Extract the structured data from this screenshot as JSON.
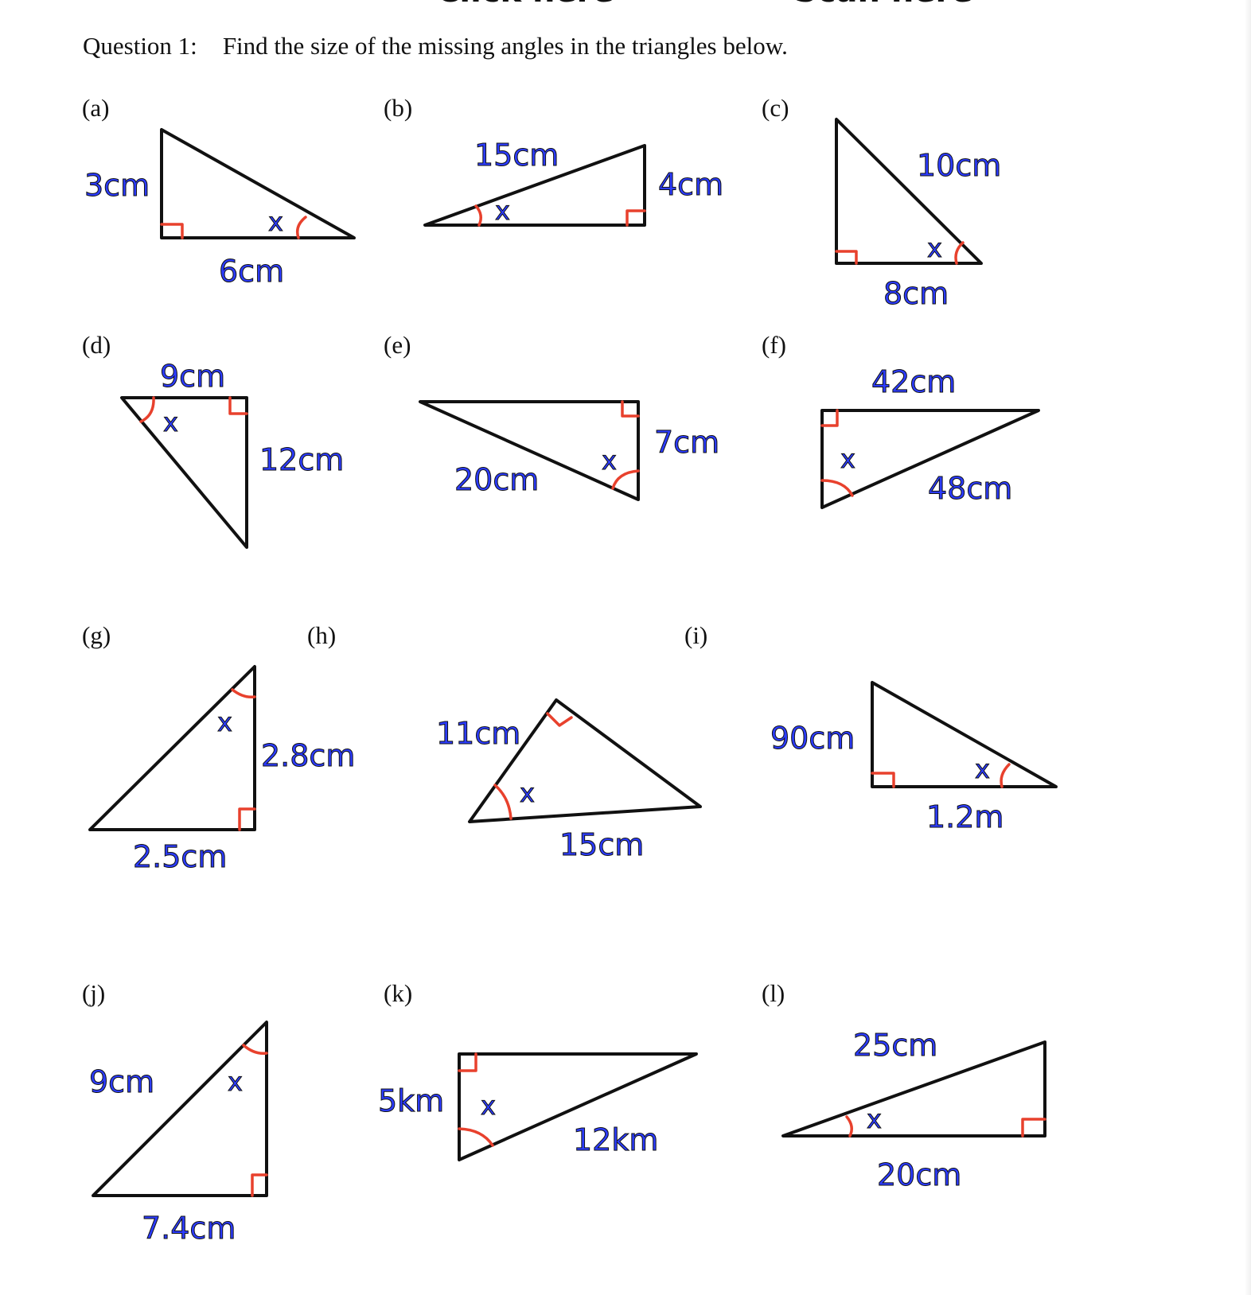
{
  "header": {
    "left_button": "Click here",
    "right_button": "Scan here"
  },
  "question": {
    "number": "Question 1:",
    "prompt": "Find the size of the missing angles in the triangles below."
  },
  "colors": {
    "ink": "#111111",
    "measure_blue": "#2c3cff",
    "angle_red": "#e8412d"
  },
  "unknown_symbol": "x",
  "parts": [
    {
      "id": "a",
      "label": "(a)",
      "sides": [
        "3cm",
        "6cm"
      ]
    },
    {
      "id": "b",
      "label": "(b)",
      "sides": [
        "15cm",
        "4cm"
      ]
    },
    {
      "id": "c",
      "label": "(c)",
      "sides": [
        "10cm",
        "8cm"
      ]
    },
    {
      "id": "d",
      "label": "(d)",
      "sides": [
        "9cm",
        "12cm"
      ]
    },
    {
      "id": "e",
      "label": "(e)",
      "sides": [
        "7cm",
        "20cm"
      ]
    },
    {
      "id": "f",
      "label": "(f)",
      "sides": [
        "42cm",
        "48cm"
      ]
    },
    {
      "id": "g",
      "label": "(g)",
      "sides": [
        "2.8cm",
        "2.5cm"
      ]
    },
    {
      "id": "h",
      "label": "(h)",
      "sides": [
        "11cm",
        "15cm"
      ]
    },
    {
      "id": "i",
      "label": "(i)",
      "sides": [
        "90cm",
        "1.2m"
      ]
    },
    {
      "id": "j",
      "label": "(j)",
      "sides": [
        "9cm",
        "7.4cm"
      ]
    },
    {
      "id": "k",
      "label": "(k)",
      "sides": [
        "5km",
        "12km"
      ]
    },
    {
      "id": "l",
      "label": "(l)",
      "sides": [
        "25cm",
        "20cm"
      ]
    }
  ]
}
